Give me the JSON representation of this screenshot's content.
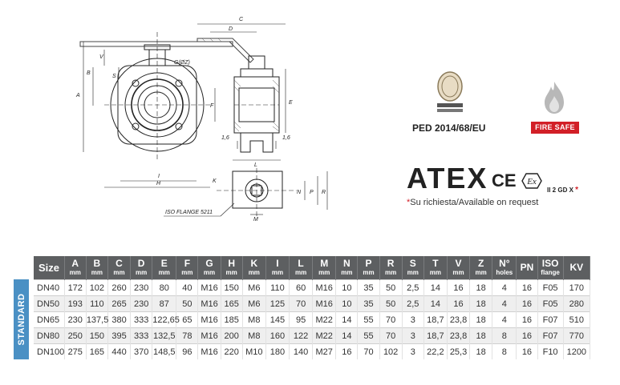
{
  "drawing": {
    "dims_left": [
      "A",
      "B",
      "V",
      "S",
      "G(ØZ)",
      "H",
      "I"
    ],
    "dims_right": [
      "C",
      "D",
      "E",
      "F",
      "1,6",
      "1,6",
      "L"
    ],
    "dims_bottom": [
      "K",
      "N",
      "P",
      "R",
      "M",
      "ISO FLANGE 5211"
    ]
  },
  "certs": {
    "ped_label": "PED 2014/68/EU",
    "fire_safe_label": "FIRE SAFE",
    "atex_title": "ATEX",
    "ce_mark": "CE",
    "ex_code": "II 2 GD X",
    "ex_star": "*",
    "note_star": "*",
    "note": "Su richiesta/Available on request"
  },
  "table": {
    "side_label": "STANDARD",
    "first_header": "Size",
    "headers": [
      {
        "label": "A",
        "sub": "mm"
      },
      {
        "label": "B",
        "sub": "mm"
      },
      {
        "label": "C",
        "sub": "mm"
      },
      {
        "label": "D",
        "sub": "mm"
      },
      {
        "label": "E",
        "sub": "mm"
      },
      {
        "label": "F",
        "sub": "mm"
      },
      {
        "label": "G",
        "sub": "mm"
      },
      {
        "label": "H",
        "sub": "mm"
      },
      {
        "label": "K",
        "sub": "mm"
      },
      {
        "label": "I",
        "sub": "mm"
      },
      {
        "label": "L",
        "sub": "mm"
      },
      {
        "label": "M",
        "sub": "mm"
      },
      {
        "label": "N",
        "sub": "mm"
      },
      {
        "label": "P",
        "sub": "mm"
      },
      {
        "label": "R",
        "sub": "mm"
      },
      {
        "label": "S",
        "sub": "mm"
      },
      {
        "label": "T",
        "sub": "mm"
      },
      {
        "label": "V",
        "sub": "mm"
      },
      {
        "label": "Z",
        "sub": "mm"
      },
      {
        "label": "N°",
        "sub": "holes"
      },
      {
        "label": "PN",
        "sub": ""
      },
      {
        "label": "ISO",
        "sub": "flange"
      },
      {
        "label": "KV",
        "sub": ""
      }
    ],
    "rows": [
      [
        "DN40",
        "172",
        "102",
        "260",
        "230",
        "80",
        "40",
        "M16",
        "150",
        "M6",
        "110",
        "60",
        "M16",
        "10",
        "35",
        "50",
        "2,5",
        "14",
        "16",
        "18",
        "4",
        "16",
        "F05",
        "170"
      ],
      [
        "DN50",
        "193",
        "110",
        "265",
        "230",
        "87",
        "50",
        "M16",
        "165",
        "M6",
        "125",
        "70",
        "M16",
        "10",
        "35",
        "50",
        "2,5",
        "14",
        "16",
        "18",
        "4",
        "16",
        "F05",
        "280"
      ],
      [
        "DN65",
        "230",
        "137,5",
        "380",
        "333",
        "122,65",
        "65",
        "M16",
        "185",
        "M8",
        "145",
        "95",
        "M22",
        "14",
        "55",
        "70",
        "3",
        "18,7",
        "23,8",
        "18",
        "4",
        "16",
        "F07",
        "510"
      ],
      [
        "DN80",
        "250",
        "150",
        "395",
        "333",
        "132,5",
        "78",
        "M16",
        "200",
        "M8",
        "160",
        "122",
        "M22",
        "14",
        "55",
        "70",
        "3",
        "18,7",
        "23,8",
        "18",
        "8",
        "16",
        "F07",
        "770"
      ],
      [
        "DN100",
        "275",
        "165",
        "440",
        "370",
        "148,5",
        "96",
        "M16",
        "220",
        "M10",
        "180",
        "140",
        "M27",
        "16",
        "70",
        "102",
        "3",
        "22,2",
        "25,3",
        "18",
        "8",
        "16",
        "F10",
        "1200"
      ]
    ]
  }
}
